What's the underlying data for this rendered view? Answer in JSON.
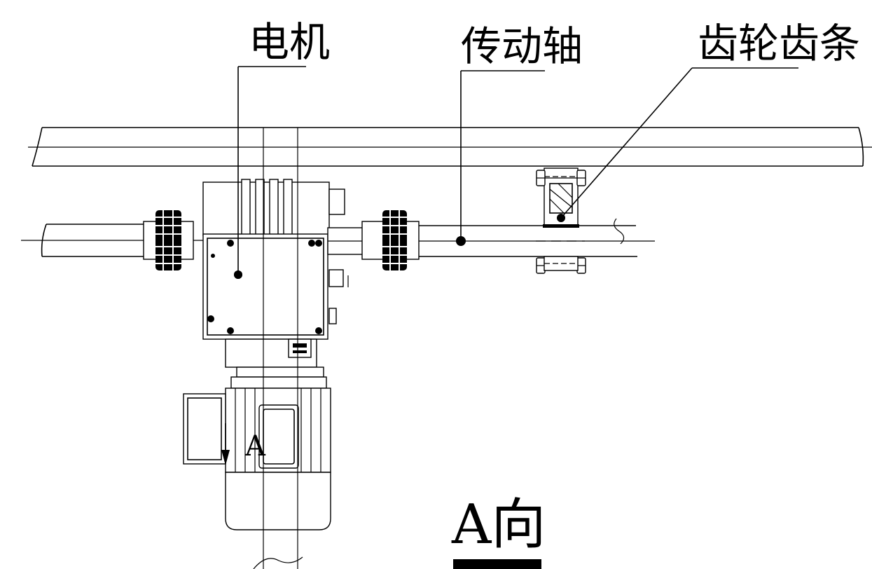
{
  "labels": {
    "motor": "电机",
    "drive_shaft": "传动轴",
    "rack_pinion": "齿轮齿条",
    "view_arrow": "A",
    "view_title": "A向"
  }
}
